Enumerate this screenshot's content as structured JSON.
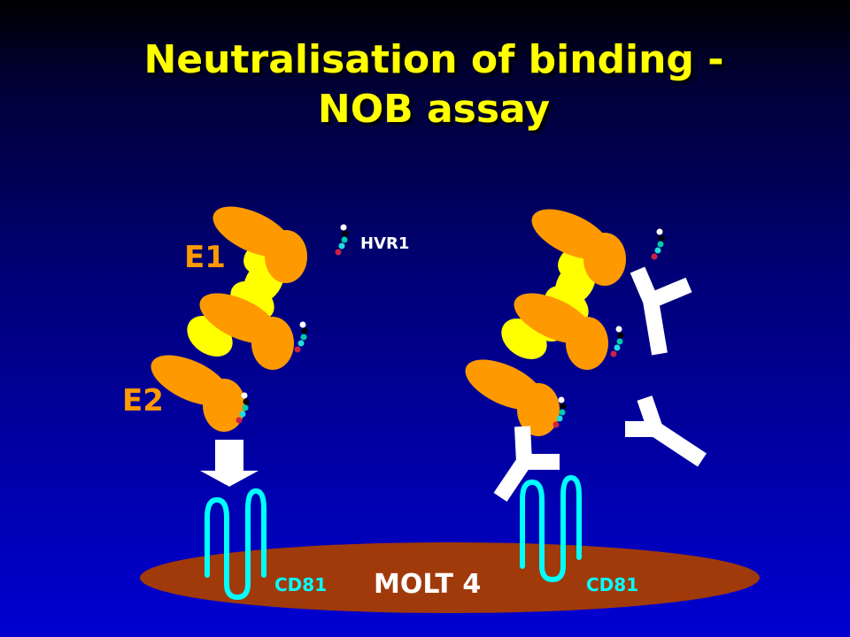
{
  "title": {
    "line1": "Neutralisation of binding -",
    "line2": "NOB assay"
  },
  "labels": {
    "e1": "E1",
    "e2": "E2",
    "hvr1": "HVR1",
    "cd81_left": "CD81",
    "cd81_right": "CD81",
    "cell": "MOLT 4"
  },
  "colors": {
    "title": "#ffff00",
    "e1_domain": "#ffff00",
    "e2_domain": "#ff9900",
    "e_label": "#ff9900",
    "cd81": "#00ffff",
    "cell": "#a03a0a",
    "cell_label": "#ffffff",
    "antibody": "#ffffff",
    "arrow": "#ffffff",
    "hvr_beads": [
      "#ffffff",
      "#000000",
      "#00ccaa",
      "#22dddd",
      "#cc2244"
    ]
  }
}
